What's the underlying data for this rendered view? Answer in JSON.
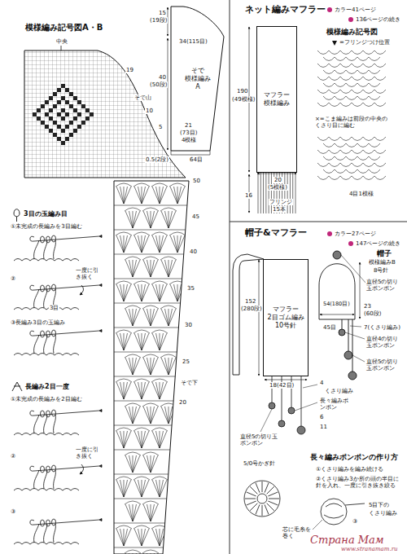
{
  "diagram": {
    "nodes": [
      {
        "text": [
          "そで",
          "模様編み",
          "A"
        ]
      },
      {
        "text": [
          "マフラー",
          "模様編み"
        ]
      },
      {
        "text": [
          "マフラー",
          "2目ゴム編み",
          "10号針"
        ]
      }
    ],
    "labels": [
      "模様編み記号図A・B",
      "中央",
      "19",
      "そで山",
      "10",
      "5",
      "15",
      "(19段)",
      "34(115目)",
      "40",
      "(50段)",
      "21",
      "(73目)",
      "4模様",
      "0.5(2段)",
      "64目",
      "50",
      "45",
      "40",
      "35",
      "30",
      "25",
      "そで下",
      "20",
      "3目の玉編み目",
      "①未完成の長編みを3目編む",
      "②",
      "一度に引き抜く",
      "3目",
      "③長編み3目の玉編み",
      "長編み2目一度",
      "①未完成の長編みを2目編む",
      "②",
      "一度に引き抜く",
      "③",
      "ネット編みマフラー",
      "カラー41ページ",
      "136ページの続き",
      "190",
      "(49模様)",
      "20",
      "(5模様)",
      "16",
      "フリンジ",
      "15本",
      "模様編み記号図",
      "=フリンジつけ位置",
      "×=こま編みは前段の中央のくさり目に編む",
      "4目1模様",
      "帽子&マフラー",
      "カラー27ページ",
      "147ページの続き",
      "152",
      "(280段)",
      "18(42目)",
      "4",
      "くさり編み",
      "長々編みポンポン",
      "6",
      "11",
      "直径5の切り玉ポンポン",
      "帽子",
      "模様編みB",
      "8号針",
      "直径5の切り玉ポンポン",
      "54(180目)",
      "23",
      "(60段)",
      "45目",
      "7(くさり編み)",
      "直径4の切り玉ポンポン",
      "直径5の切り玉ポンポン",
      "5/0号かぎ針",
      "長々編みポンポンの作り方",
      "①くさり編みを編み続ける",
      "②くさり編み3か所の頭の半目に針を入れ、一度に引き抜き絞る",
      "5目下の",
      "くさり編み",
      "芯に毛糸を巻く",
      "③",
      "Страна Мам",
      "www.stranamam.ru"
    ]
  }
}
